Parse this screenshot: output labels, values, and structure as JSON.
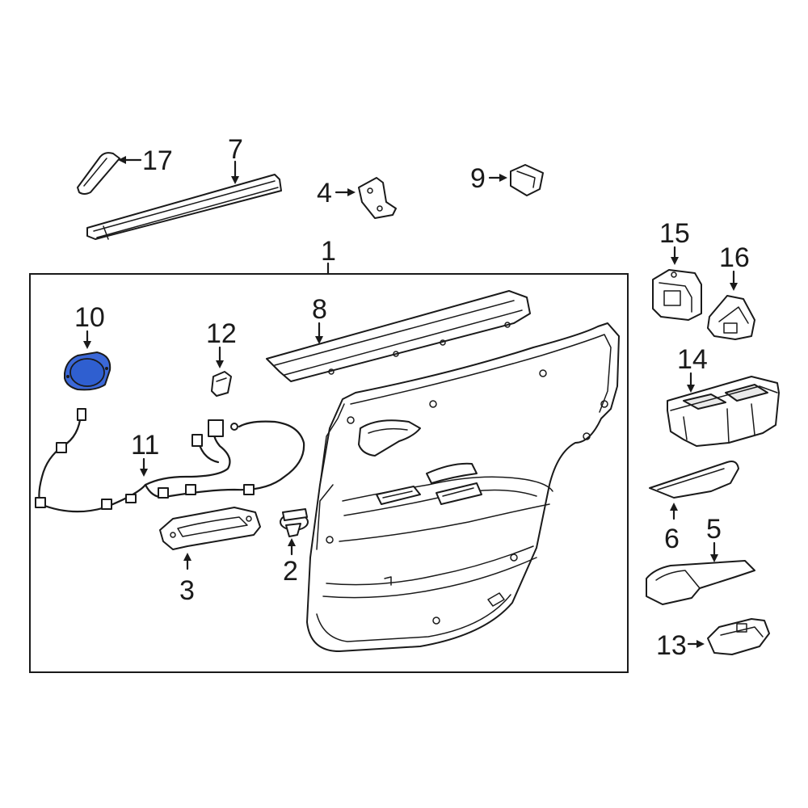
{
  "callouts": {
    "c1": "1",
    "c2": "2",
    "c3": "3",
    "c4": "4",
    "c5": "5",
    "c6": "6",
    "c7": "7",
    "c8": "8",
    "c9": "9",
    "c10": "10",
    "c11": "11",
    "c12": "12",
    "c13": "13",
    "c14": "14",
    "c15": "15",
    "c16": "16",
    "c17": "17"
  },
  "colors": {
    "highlight": "#2f5fd0",
    "highlight_fill": "#3b68d8",
    "line": "#1a1a1a"
  },
  "highlighted_part": "10"
}
